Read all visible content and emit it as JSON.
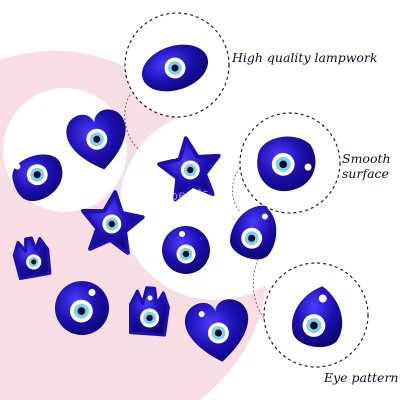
{
  "image": {
    "subject": "blue evil eye lampwork glass pendants",
    "bead_color": "#1d0fb0",
    "eye_color_outer": "#ffffff",
    "eye_color_mid": "#7fd0f0",
    "eye_color_pupil": "#0a0a24",
    "background_blob_color": "#f7dde4",
    "dish_color": "#ffffff"
  },
  "callouts": {
    "top": "High quality lampwork",
    "middle_line1": "Smooth",
    "middle_line2": "surface",
    "bottom": "Eye pattern"
  },
  "watermark": "www.nbeads.com",
  "beads": [
    {
      "shape": "oval-teardrop"
    },
    {
      "shape": "circle"
    },
    {
      "shape": "heart"
    },
    {
      "shape": "star"
    },
    {
      "shape": "star"
    },
    {
      "shape": "circle"
    },
    {
      "shape": "circle"
    },
    {
      "shape": "hamsa"
    },
    {
      "shape": "circle"
    },
    {
      "shape": "hamsa"
    },
    {
      "shape": "heart"
    },
    {
      "shape": "teardrop"
    }
  ]
}
